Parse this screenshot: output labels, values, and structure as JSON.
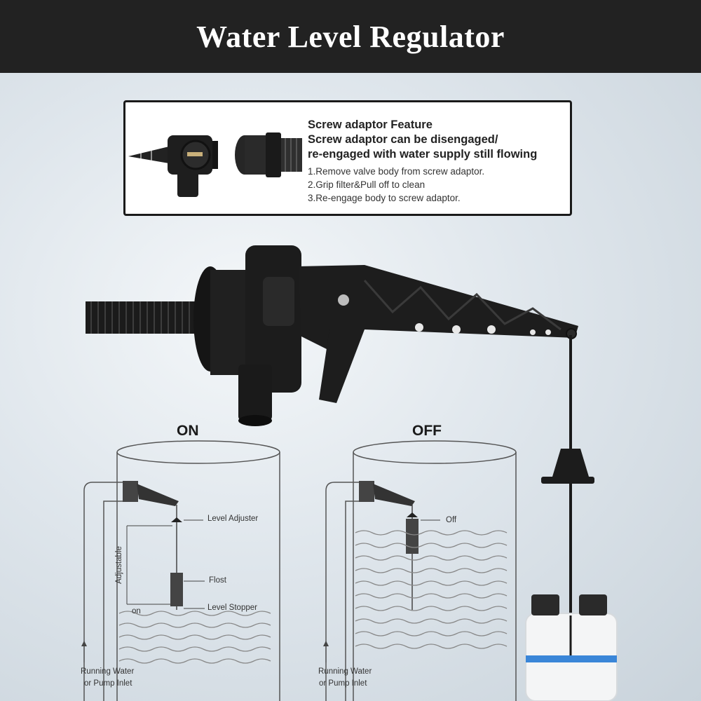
{
  "title": "Water Level Regulator",
  "feature": {
    "heading": "Screw adaptor Feature",
    "line1": "Screw adaptor can be disengaged/",
    "line2": "re-engaged with water supply still flowing",
    "steps": [
      "1.Remove valve body from screw adaptor.",
      "2.Grip filter&Pull off to clean",
      "3.Re-engage body to screw adaptor."
    ]
  },
  "diagram_on": {
    "heading": "ON",
    "level_adjuster": "Level Adjuster",
    "adjustable": "Adjustable",
    "float": "Flost",
    "level_stopper": "Level Stopper",
    "on": "on",
    "inlet_line1": "Running Water",
    "inlet_line2": "or Pump Inlet"
  },
  "diagram_off": {
    "heading": "OFF",
    "off": "Off",
    "inlet_line1": "Running Water",
    "inlet_line2": "or Pump Inlet"
  },
  "colors": {
    "banner": "#222222",
    "valve": "#1c1c1c",
    "bottle_band": "#3a86d8"
  }
}
